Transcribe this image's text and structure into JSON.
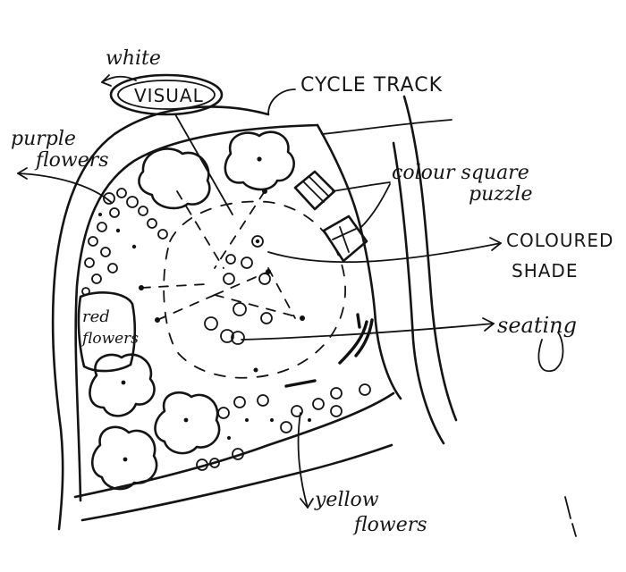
{
  "labels": {
    "white": "white",
    "visual": "VISUAL",
    "cycle_track": "CYCLE TRACK",
    "purple_flowers_line1": "purple",
    "purple_flowers_line2": "flowers",
    "colour_square_line1": "colour square",
    "colour_square_line2": "puzzle",
    "coloured_shade_line1": "COLOURED",
    "coloured_shade_line2": "SHADE",
    "seating": "seating",
    "red_flowers_line1": "red",
    "red_flowers_line2": "flowers",
    "yellow_flowers_line1": "yellow",
    "yellow_flowers_line2": "flowers"
  },
  "colors": {
    "ink": "#141414",
    "paper": "#ffffff"
  }
}
